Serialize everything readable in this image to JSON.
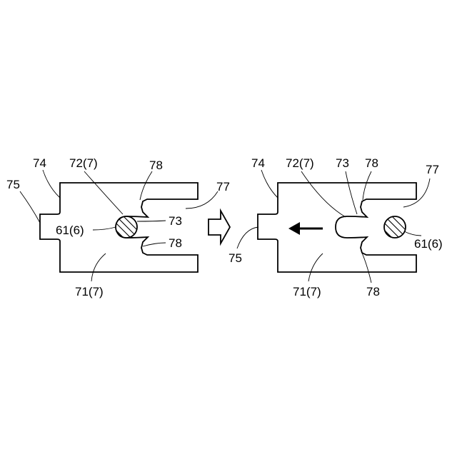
{
  "figure": {
    "colors": {
      "line": "#000000",
      "background": "#ffffff"
    },
    "left_view": {
      "labels": {
        "l74": "74",
        "l72": "72(7)",
        "l78_top": "78",
        "l75": "75",
        "l77": "77",
        "l61": "61(6)",
        "l73": "73",
        "l78_bottom": "78",
        "l71": "71(7)"
      }
    },
    "right_view": {
      "labels": {
        "l74": "74",
        "l72": "72(7)",
        "l73": "73",
        "l78_top": "78",
        "l77": "77",
        "l75": "75",
        "l61": "61(6)",
        "l71": "71(7)",
        "l78_bottom": "78"
      },
      "arrow_icon": "arrow-left-icon"
    },
    "transition_icon": "hollow-arrow-right-icon"
  }
}
